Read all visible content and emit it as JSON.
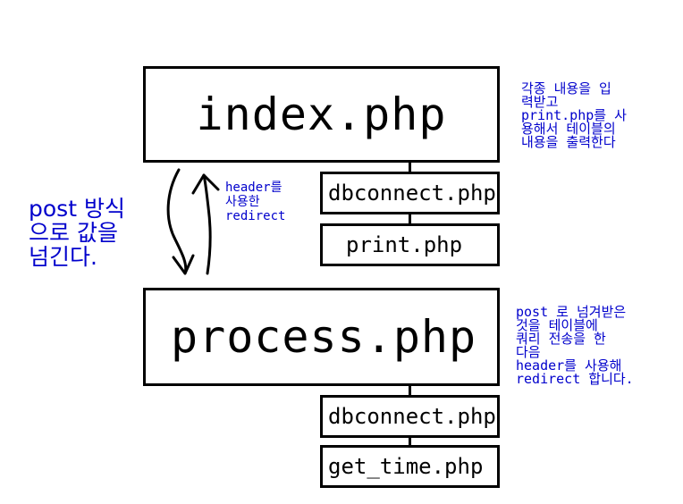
{
  "boxes": {
    "index": "index.php",
    "dbconnect_top": "dbconnect.php",
    "print": "print.php",
    "process": "process.php",
    "dbconnect_bottom": "dbconnect.php",
    "get_time": "get_time.php"
  },
  "notes": {
    "index_desc": "각종 내용을 입\n력받고\nprint.php를 사\n용해서 테이블의\n내용을 출력한다",
    "header_redirect": "header를\n사용한\nredirect",
    "post_method": "post 방식\n으로 값을\n넘긴다.",
    "process_desc": "post 로 넘겨받은\n것을 테이블에\n쿼리 전송을 한\n다음\nheader를 사용해\nredirect 합니다."
  },
  "colors": {
    "annotation": "#0000cc",
    "box_border": "#000000"
  }
}
